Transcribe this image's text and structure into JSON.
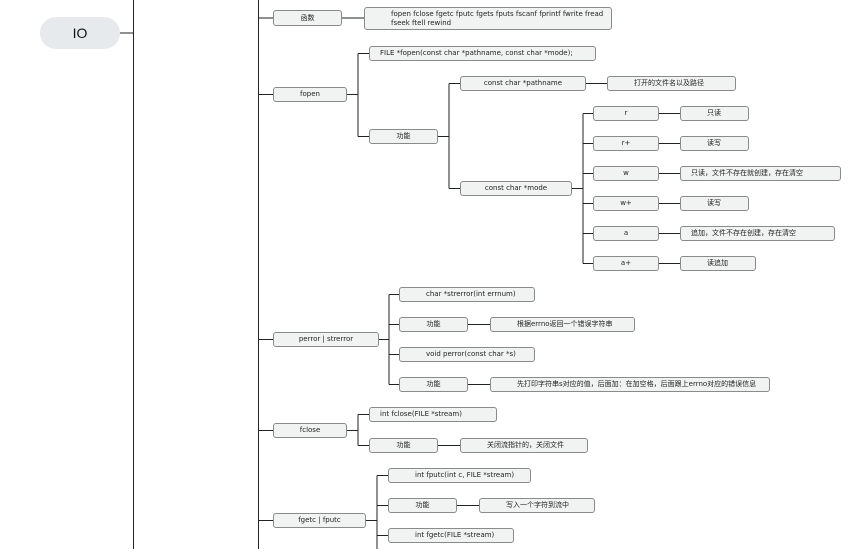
{
  "root": {
    "label": "IO"
  },
  "nodes": {
    "hanshu": "函数",
    "func_list_line1": "fopen  fclose fgetc fputc fgets fputs fscanf fprintf fwrite fread",
    "func_list_line2": "fseek  ftell rewind",
    "fopen": "fopen",
    "fopen_proto": "FILE *fopen(const char *pathname, const char *mode);",
    "fopen_func": "功能",
    "pathname": "const char *pathname",
    "pathname_desc": "打开的文件名以及路径",
    "mode": "const char *mode",
    "mode_r": "r",
    "mode_r_desc": "只读",
    "mode_rp": "r+",
    "mode_rp_desc": "读写",
    "mode_w": "w",
    "mode_w_desc": "只读，文件不存在就创建，存在清空",
    "mode_wp": "w+",
    "mode_wp_desc": "读写",
    "mode_a": "a",
    "mode_a_desc": "追加，文件不存在创建，存在清空",
    "mode_ap": "a+",
    "mode_ap_desc": "读追加",
    "perror": "perror | strerror",
    "strerror_proto": "char *strerror(int errnum)",
    "strerror_func": "功能",
    "strerror_desc": "根据errno返回一个错误字符串",
    "perror_proto": "void perror(const char *s)",
    "perror_func": "功能",
    "perror_desc": "先打印字符串s对应的值，后面加：在加空格，后面跟上errno对应的错误信息",
    "fclose": "fclose",
    "fclose_proto": "int fclose(FILE *stream)",
    "fclose_func": "功能",
    "fclose_desc": "关闭流指针的，关闭文件",
    "fgetc": "fgetc | fputc",
    "fputc_proto": "int fputc(int c, FILE *stream)",
    "fputc_func": "功能",
    "fputc_desc": "写入一个字符到流中",
    "fgetc_proto": "int fgetc(FILE *stream)"
  }
}
